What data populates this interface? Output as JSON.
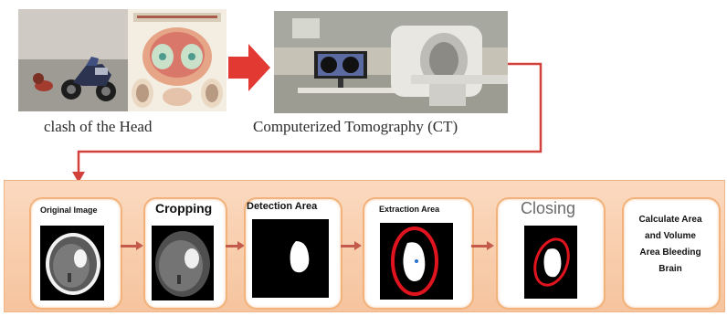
{
  "top": {
    "crash_caption": "clash of the Head",
    "ct_caption": "Computerized Tomography (CT)"
  },
  "pipeline": {
    "steps": [
      {
        "label": "Original Image"
      },
      {
        "label": "Cropping"
      },
      {
        "label": "Detection Area"
      },
      {
        "label": "Extraction Area"
      },
      {
        "label": "Closing"
      }
    ],
    "final": {
      "line1": "Calculate Area",
      "line2": "and Volume",
      "line3": "Area Bleeding",
      "line4": "Brain"
    }
  },
  "colors": {
    "arrow_red": "#e23a33",
    "connector": "#d2413b",
    "band": "#f8cfae",
    "card_border": "#f2b27c",
    "ellipse": "#e0141e"
  }
}
